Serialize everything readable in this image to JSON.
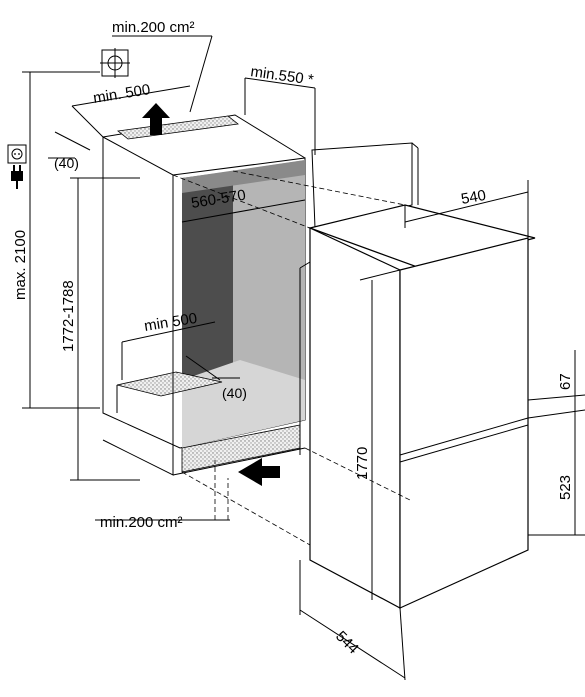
{
  "labels": {
    "vent_top": "min.200 cm²",
    "vent_bottom": "min.200 cm²",
    "top_width": "min. 500",
    "door_clearance": "min.550 *",
    "setback_top": "(40)",
    "setback_bottom": "(40)",
    "niche_width": "560-570",
    "floor_depth": "min 500",
    "max_height": "max. 2100",
    "niche_height": "1772-1788",
    "appliance_width": "540",
    "appliance_height": "1770",
    "appliance_depth": "544",
    "upper_offset": "67",
    "lower_height": "523"
  },
  "icons": [
    "ventilation-icon",
    "power-socket-icon",
    "power-plug-icon",
    "airflow-arrow-icon"
  ]
}
